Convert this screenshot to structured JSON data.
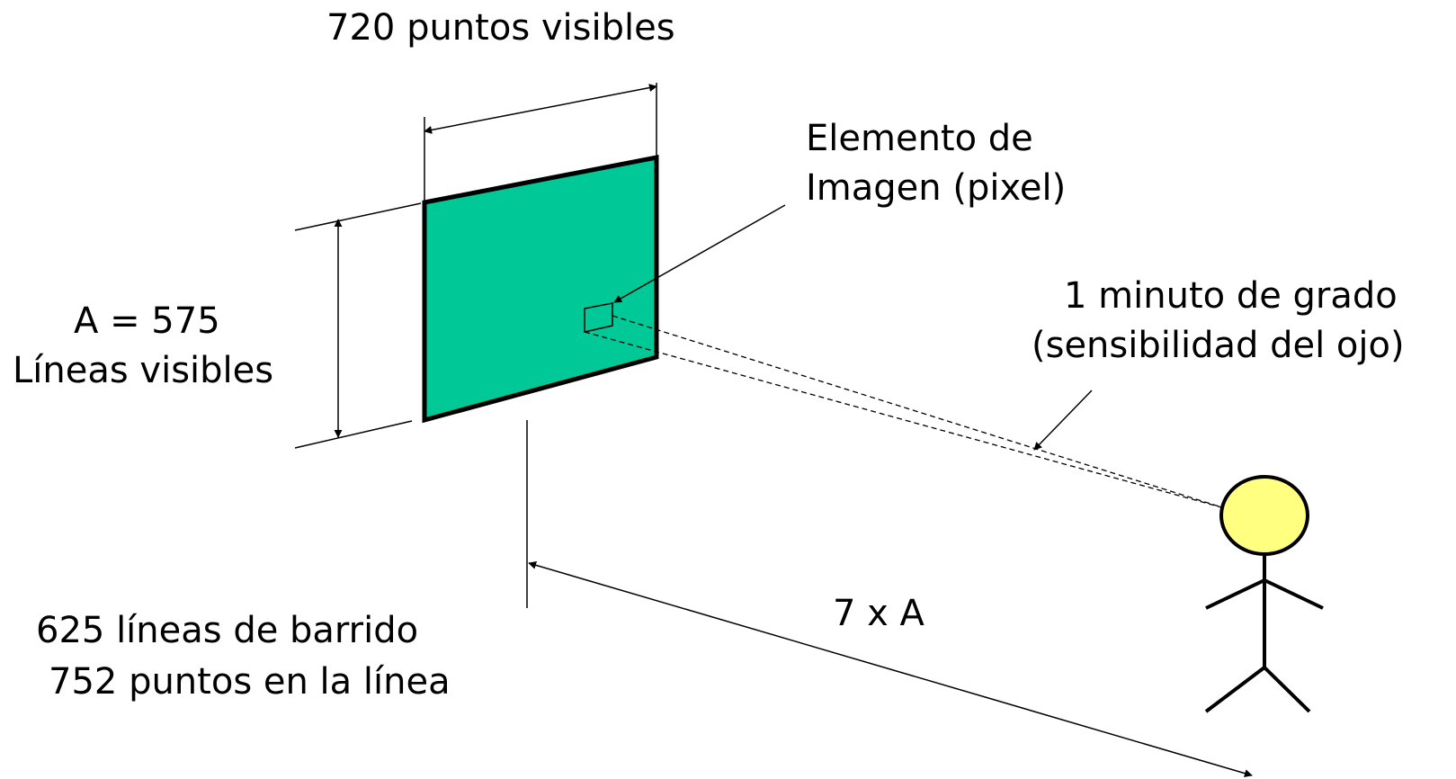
{
  "labels": {
    "puntos_visibles": "720 puntos visibles",
    "elemento_line1": "Elemento de",
    "elemento_line2": "Imagen (pixel)",
    "minuto_line1": "1 minuto de grado",
    "minuto_line2": "(sensibilidad del ojo)",
    "a_equals": "A = 575",
    "lineas_visibles": "Líneas visibles",
    "distancia": "7 x A",
    "barrido": "625 líneas de barrido",
    "puntos_linea": "752 puntos en la línea"
  },
  "colors": {
    "screen_fill": "#00C896",
    "head_fill": "#FFFF80",
    "stroke": "#000000"
  }
}
